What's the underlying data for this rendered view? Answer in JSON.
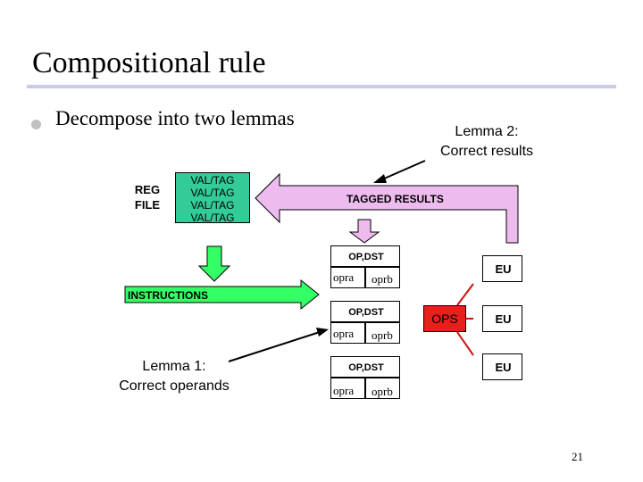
{
  "slide": {
    "title": "Compositional rule",
    "bullet": "Decompose into two lemmas",
    "page_number": "21"
  },
  "lemma2": {
    "line1": "Lemma 2:",
    "line2": "Correct results"
  },
  "lemma1": {
    "line1": "Lemma 1:",
    "line2": "Correct operands"
  },
  "reg_file": {
    "line1": "REG",
    "line2": "FILE"
  },
  "val_tags": [
    "VAL/TAG",
    "VAL/TAG",
    "VAL/TAG",
    "VAL/TAG"
  ],
  "tagged_results": "TAGGED RESULTS",
  "instructions": "INSTRUCTIONS",
  "stations": [
    {
      "op": "OP,DST",
      "a": "opra",
      "b": "oprb",
      "eu": "EU"
    },
    {
      "op": "OP,DST",
      "a": "opra",
      "b": "oprb",
      "eu": "EU"
    },
    {
      "op": "OP,DST",
      "a": "opra",
      "b": "oprb",
      "eu": "EU"
    }
  ],
  "ops_label": "OPS",
  "colors": {
    "val_tag_fill": "#33cc99",
    "green_arrow": "#33ff66",
    "pink_arrow": "#eebbee",
    "ops_fill": "#e8201c"
  }
}
